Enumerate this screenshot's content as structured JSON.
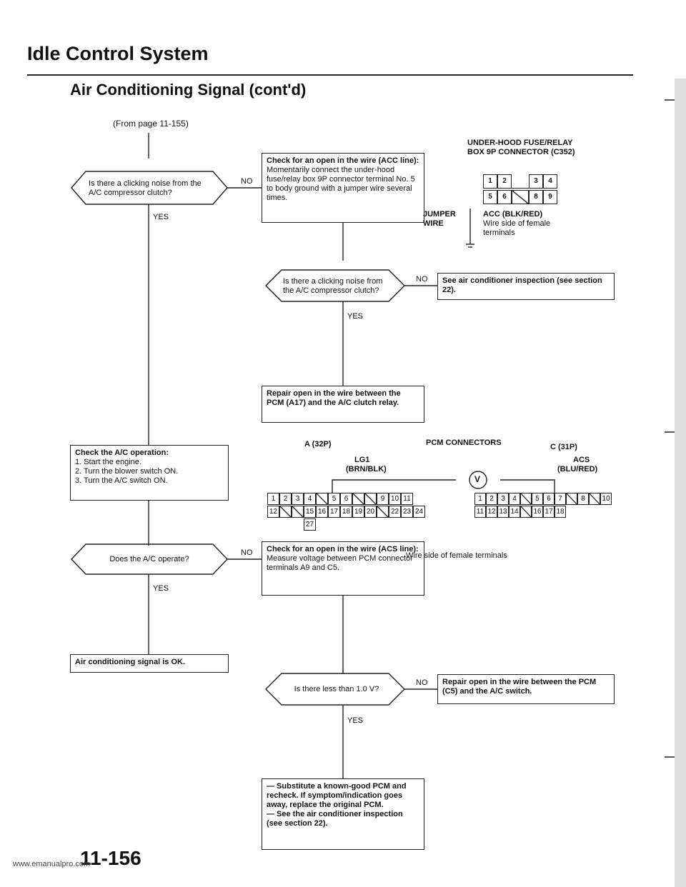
{
  "header": {
    "title": "Idle Control System",
    "subtitle": "Air Conditioning Signal (cont'd)",
    "from_page": "(From page 11-155)"
  },
  "steps": {
    "q1": "Is there a clicking noise from the A/C compressor clutch?",
    "check_open_acc": {
      "head": "Check for an open in the wire (ACC line):",
      "body": "Momentarily connect the under-hood fuse/relay box 9P connector terminal No. 5 to body ground with a jumper wire several times."
    },
    "q2": "Is there a clicking noise from the A/C compressor clutch?",
    "see_ac": "See air conditioner inspection (see section 22).",
    "repair_a17": "Repair open in the wire between the PCM (A17) and the A/C clutch relay.",
    "check_ac_op": {
      "head": "Check the A/C operation:",
      "items": [
        "1. Start the engine.",
        "2. Turn the blower switch ON.",
        "3. Turn the A/C switch ON."
      ]
    },
    "q3": "Does the A/C operate?",
    "check_open_acs": {
      "head": "Check for an open in the wire (ACS line):",
      "body": "Measure voltage between PCM connector terminals A9 and C5."
    },
    "ok": "Air conditioning signal is OK.",
    "q4": "Is there less than 1.0 V?",
    "repair_c5": "Repair open in the wire between the PCM (C5) and the A/C switch.",
    "substitute": [
      "— Substitute a known-good PCM and recheck. If symptom/indication goes away, replace the original PCM.",
      "— See the air conditioner inspection (see section 22)."
    ]
  },
  "flow_labels": {
    "yes": "YES",
    "no": "NO"
  },
  "fuse_connector": {
    "title": [
      "UNDER-HOOD FUSE/RELAY",
      "BOX 9P CONNECTOR (C352)"
    ],
    "row1": [
      "1",
      "2",
      "",
      "3",
      "4"
    ],
    "row2": [
      "5",
      "6",
      "",
      "8",
      "9"
    ],
    "jumper": [
      "JUMPER",
      "WIRE"
    ],
    "acc": "ACC (BLK/RED)",
    "note": [
      "Wire side of female",
      "terminals"
    ]
  },
  "pcm": {
    "title": "PCM CONNECTORS",
    "a_label": "A (32P)",
    "c_label": "C (31P)",
    "lg1": [
      "LG1",
      "(BRN/BLK)"
    ],
    "acs": [
      "ACS",
      "(BLU/RED)"
    ],
    "meter": "V",
    "a_row1": [
      "1",
      "2",
      "3",
      "4",
      "",
      "5",
      "6",
      "",
      "",
      "9",
      "10",
      "11"
    ],
    "a_row2": [
      "12",
      "",
      "",
      "15",
      "16",
      "17",
      "18",
      "19",
      "20",
      "",
      "22",
      "23",
      "24"
    ],
    "a_row3": [
      "27"
    ],
    "c_row1": [
      "1",
      "2",
      "3",
      "4",
      "",
      "5",
      "6",
      "7",
      "",
      "8",
      "",
      "10"
    ],
    "c_row2": [
      "11",
      "12",
      "13",
      "14",
      "",
      "16",
      "17",
      "18"
    ],
    "note": "Wire side of female terminals"
  },
  "footer": {
    "page": "11-156",
    "url": "www.emanualpro.com"
  }
}
